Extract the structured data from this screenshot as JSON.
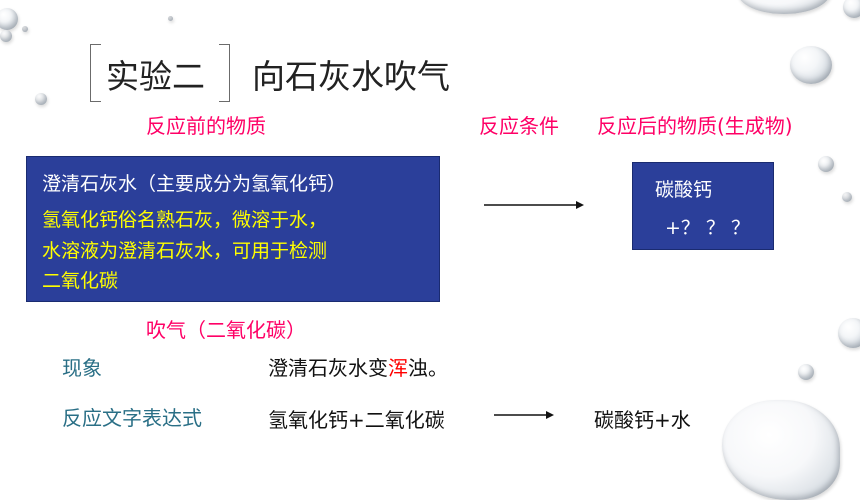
{
  "title": {
    "bracket_text": "实验二",
    "main_text": "向石灰水吹气"
  },
  "labels": {
    "before": "反应前的物质",
    "condition": "反应条件",
    "after": "反应后的物质(生成物)",
    "blow": "吹气（二氧化碳）"
  },
  "left_box": {
    "line1": "澄清石灰水（主要成分为氢氧化钙）",
    "line2": "氢氧化钙俗名熟石灰，微溶于水，",
    "line3": "水溶液为澄清石灰水，可用于检测",
    "line4": "二氧化碳"
  },
  "right_box": {
    "line1": "碳酸钙",
    "line2": "+？ ？ ？"
  },
  "phenomenon": {
    "label": "现象",
    "text_before": "澄清石灰水变",
    "text_highlight": "浑",
    "text_after": "浊。"
  },
  "equation": {
    "label": "反应文字表达式",
    "reactants": "氢氧化钙+二氧化碳",
    "products": "碳酸钙+水"
  },
  "colors": {
    "accent_pink": "#ff0066",
    "box_blue": "#2b3f9a",
    "highlight_yellow": "#ffff00",
    "teal_label": "#2a6f86",
    "highlight_red": "#ff0000"
  }
}
